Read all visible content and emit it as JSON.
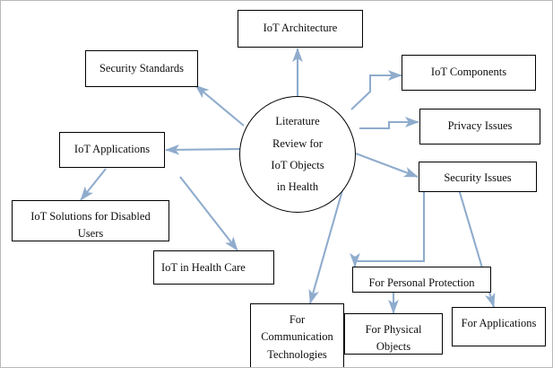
{
  "diagram": {
    "type": "hub-and-spoke-mindmap",
    "connector_color": "#8faccd",
    "node_border_color": "#000000",
    "background_color": "#ffffff",
    "hub": {
      "label": "Literature\nReview for\nIoT Objects\nin Health",
      "shape": "circle"
    },
    "nodes": [
      {
        "id": "iot-architecture",
        "label": "IoT Architecture"
      },
      {
        "id": "security-standards",
        "label": "Security Standards"
      },
      {
        "id": "iot-components",
        "label": "IoT Components"
      },
      {
        "id": "privacy-issues",
        "label": "Privacy Issues"
      },
      {
        "id": "security-issues",
        "label": "Security Issues"
      },
      {
        "id": "iot-applications",
        "label": "IoT Applications"
      },
      {
        "id": "iot-solutions-disabled",
        "label": "IoT Solutions for Disabled\nUsers"
      },
      {
        "id": "iot-health-care",
        "label": "IoT in Health Care"
      },
      {
        "id": "for-personal-protection",
        "label": "For Personal Protection"
      },
      {
        "id": "for-communication",
        "label": "For\nCommunication\nTechnologies"
      },
      {
        "id": "for-physical-objects",
        "label": "For Physical\nObjects"
      },
      {
        "id": "for-applications",
        "label": "For Applications"
      }
    ],
    "edges": [
      {
        "from": "hub",
        "to": "iot-architecture"
      },
      {
        "from": "hub",
        "to": "security-standards"
      },
      {
        "from": "hub",
        "to": "iot-components"
      },
      {
        "from": "hub",
        "to": "privacy-issues"
      },
      {
        "from": "hub",
        "to": "security-issues"
      },
      {
        "from": "hub",
        "to": "iot-applications"
      },
      {
        "from": "hub",
        "to": "iot-health-care"
      },
      {
        "from": "hub",
        "to": "for-communication"
      },
      {
        "from": "iot-applications",
        "to": "iot-solutions-disabled"
      },
      {
        "from": "security-issues",
        "to": "for-personal-protection"
      },
      {
        "from": "security-issues",
        "to": "for-applications"
      },
      {
        "from": "for-personal-protection",
        "to": "for-physical-objects"
      }
    ]
  }
}
